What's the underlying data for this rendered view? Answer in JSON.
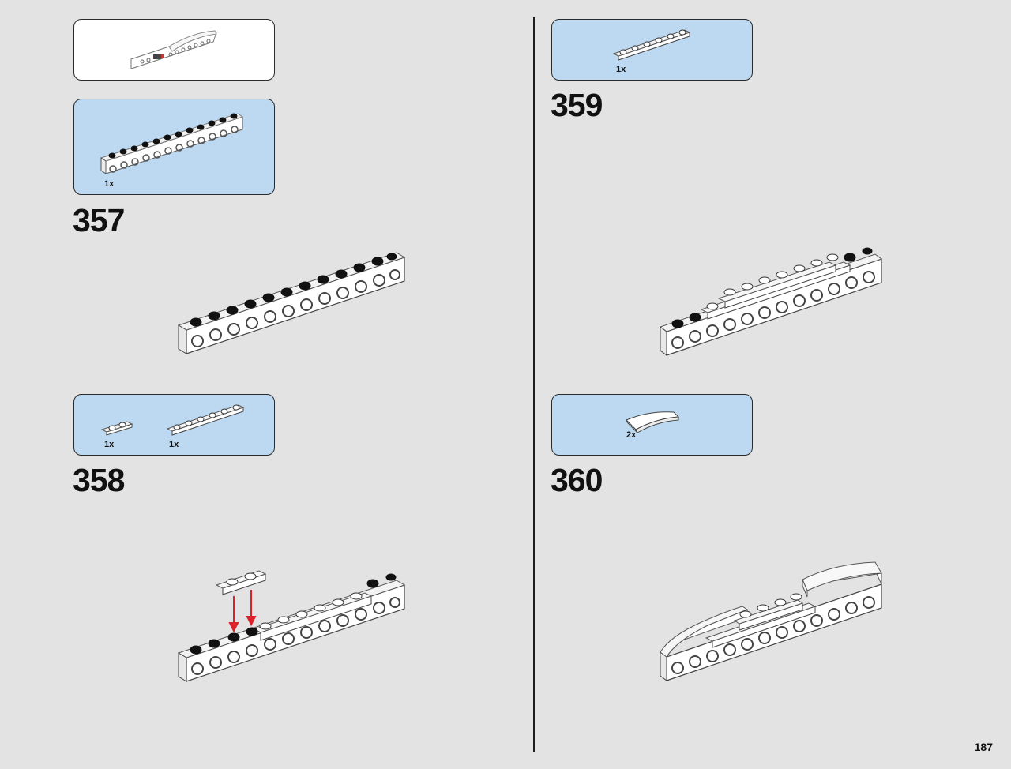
{
  "page": {
    "number": "187"
  },
  "colors": {
    "background": "#e3e3e3",
    "parts_box": "#bcd9f1",
    "arrow": "#d9222a"
  },
  "subassembly_preview": {
    "icon": "finished-subassembly-icon"
  },
  "steps": [
    {
      "number": "357",
      "parts": [
        {
          "qty": "1x",
          "icon": "technic-brick-1x12-white-icon"
        }
      ]
    },
    {
      "number": "358",
      "parts": [
        {
          "qty": "1x",
          "icon": "plate-1x2-white-icon"
        },
        {
          "qty": "1x",
          "icon": "plate-1x6-white-icon"
        }
      ]
    },
    {
      "number": "359",
      "parts": [
        {
          "qty": "1x",
          "icon": "plate-1x6-white-icon"
        }
      ]
    },
    {
      "number": "360",
      "parts": [
        {
          "qty": "2x",
          "icon": "curved-slope-white-icon"
        }
      ]
    }
  ]
}
